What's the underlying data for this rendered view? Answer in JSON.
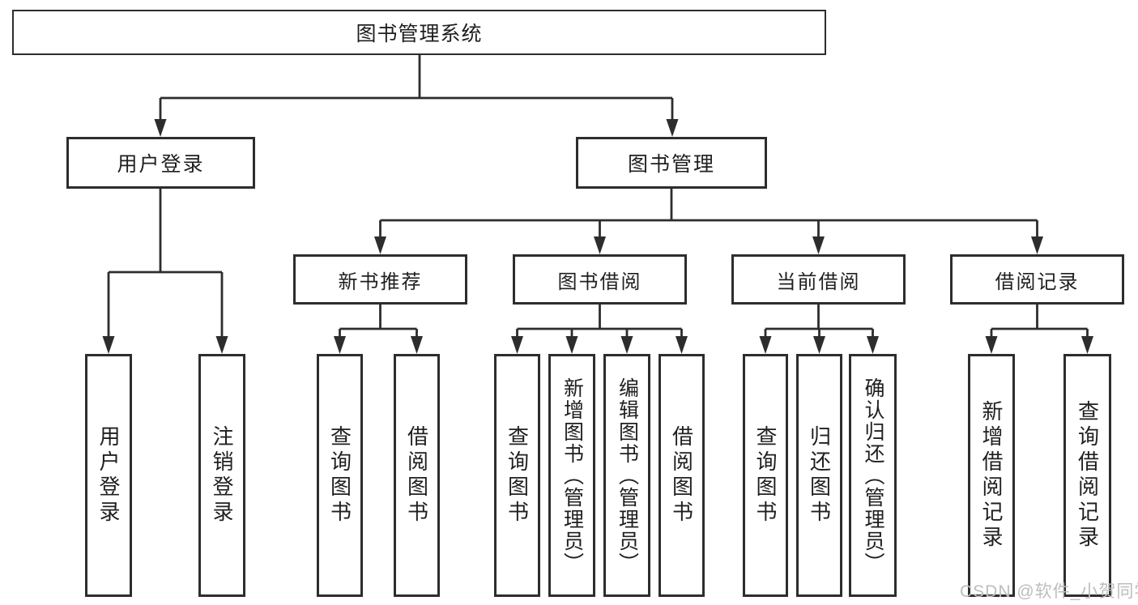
{
  "diagram": {
    "type": "tree",
    "title": "图书管理系统",
    "tree": {
      "label": "图书管理系统",
      "children": [
        {
          "label": "用户登录",
          "children": [
            {
              "label": "用户登录"
            },
            {
              "label": "注销登录"
            }
          ]
        },
        {
          "label": "图书管理",
          "children": [
            {
              "label": "新书推荐",
              "children": [
                {
                  "label": "查询图书"
                },
                {
                  "label": "借阅图书"
                }
              ]
            },
            {
              "label": "图书借阅",
              "children": [
                {
                  "label": "查询图书"
                },
                {
                  "label": "新增图书（管理员）"
                },
                {
                  "label": "编辑图书（管理员）"
                },
                {
                  "label": "借阅图书"
                }
              ]
            },
            {
              "label": "当前借阅",
              "children": [
                {
                  "label": "查询图书"
                },
                {
                  "label": "归还图书"
                },
                {
                  "label": "确认归还（管理员）"
                }
              ]
            },
            {
              "label": "借阅记录",
              "children": [
                {
                  "label": "新增借阅记录"
                },
                {
                  "label": "查询借阅记录"
                }
              ]
            }
          ]
        }
      ]
    }
  },
  "watermark": {
    "text": "CSDN @软件_小贺同学"
  },
  "colors": {
    "line": "#2d2d2d",
    "box_border": "#2d2d2d",
    "box_fill": "#ffffff",
    "text": "#1f1f1f",
    "watermark": "#bdbdbd",
    "background": "#ffffff"
  }
}
